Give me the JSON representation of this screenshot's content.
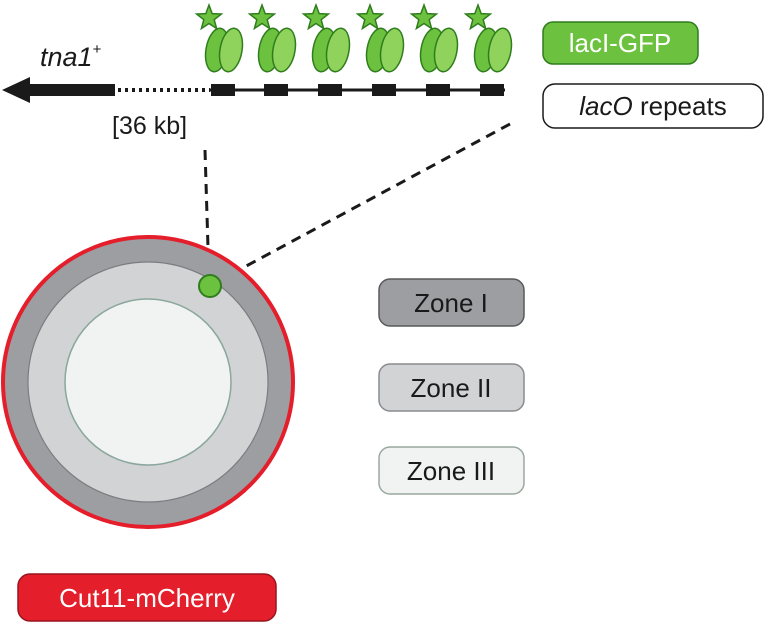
{
  "locus": {
    "gene_name": "tna1",
    "gene_superscript": "+",
    "distance_label": "[36 kb]"
  },
  "legend": {
    "laci_label": "lacI-GFP",
    "laco_italic": "lacO",
    "laco_rest": " repeats",
    "cut11_label": "Cut11-mCherry"
  },
  "zones": [
    {
      "label": "Zone I"
    },
    {
      "label": "Zone II"
    },
    {
      "label": "Zone III"
    }
  ],
  "colors": {
    "gfp_green": "#6cc13f",
    "gfp_dark": "#2f7d1d",
    "mcherry_red": "#e41e2b",
    "zone1": "#9d9ea2",
    "zone2": "#d2d3d5",
    "zone3": "#f1f2f2"
  },
  "icons": {
    "laci_gfp_marker": "green-star-oval-icon",
    "locus_dot": "green-dot-icon"
  }
}
